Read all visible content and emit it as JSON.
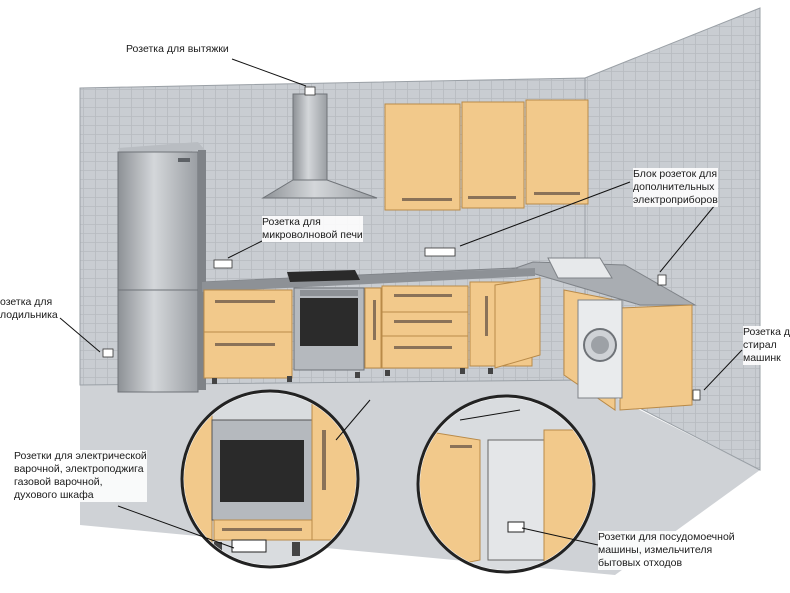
{
  "labels": {
    "hood": {
      "lines": [
        "Розетка для вытяжки"
      ]
    },
    "microwave": {
      "lines": [
        "Розетка для",
        "микроволновой печи"
      ]
    },
    "block": {
      "lines": [
        "Блок розеток для",
        "дополнительных",
        "электроприборов"
      ]
    },
    "fridge": {
      "lines": [
        "озетка для",
        "лодильника"
      ]
    },
    "washer": {
      "lines": [
        "Розетка д",
        "стирал",
        "машинк"
      ]
    },
    "cooktop": {
      "lines": [
        "Розетки для электрической",
        "варочной, электроподжига",
        "газовой варочной,",
        "духового шкафа"
      ]
    },
    "dishwasher": {
      "lines": [
        "Розетки для посудомоечной",
        "машины, измельчителя",
        "бытовых отходов"
      ]
    }
  },
  "colors": {
    "wall": "#c7cbd0",
    "floor": "#cfd2d6",
    "cabinet": "#f2c98b",
    "cabinet_edge": "#b98a48",
    "countertop": "#9ea2a6",
    "steel": "#a9adb2"
  }
}
